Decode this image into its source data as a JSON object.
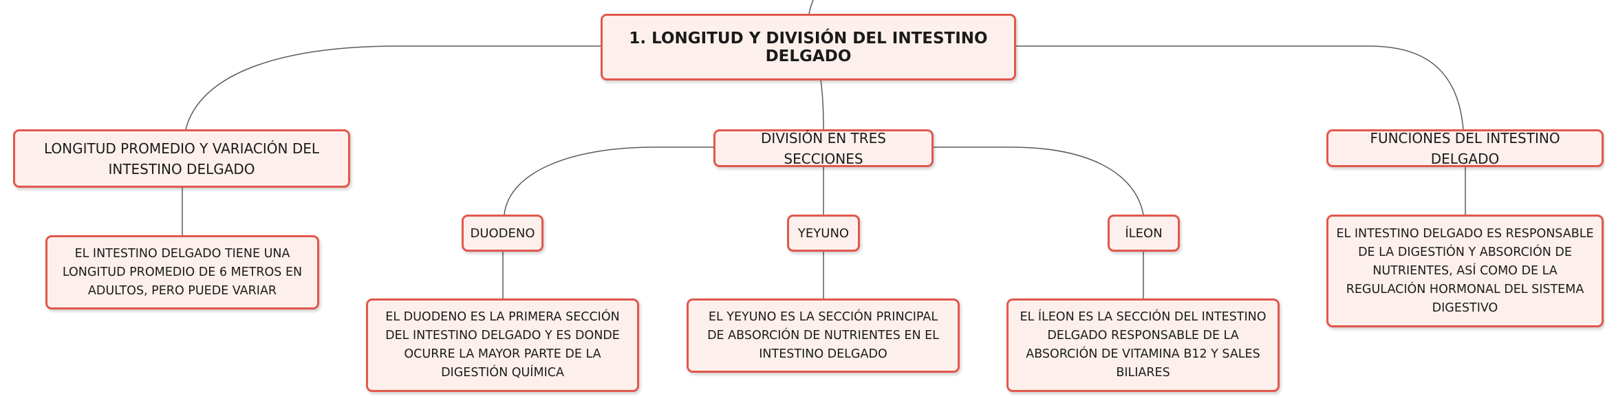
{
  "root": {
    "label": "1. LONGITUD Y DIVISIÓN DEL INTESTINO DELGADO"
  },
  "branches": {
    "longitud": {
      "label": "LONGITUD PROMEDIO Y VARIACIÓN DEL INTESTINO DELGADO",
      "detail": "EL INTESTINO DELGADO TIENE UNA LONGITUD PROMEDIO DE 6 METROS EN ADULTOS, PERO PUEDE VARIAR"
    },
    "division": {
      "label": "DIVISIÓN EN TRES SECCIONES",
      "sections": {
        "duodeno": {
          "label": "DUODENO",
          "detail": "EL DUODENO ES LA PRIMERA SECCIÓN DEL INTESTINO DELGADO Y ES DONDE OCURRE LA MAYOR PARTE DE LA DIGESTIÓN QUÍMICA"
        },
        "yeyuno": {
          "label": "YEYUNO",
          "detail": "EL YEYUNO ES LA SECCIÓN PRINCIPAL DE ABSORCIÓN DE NUTRIENTES EN EL INTESTINO DELGADO"
        },
        "ileon": {
          "label": "ÍLEON",
          "detail": "EL ÍLEON ES LA SECCIÓN DEL INTESTINO DELGADO RESPONSABLE DE LA ABSORCIÓN DE VITAMINA B12 Y SALES BILIARES"
        }
      }
    },
    "funciones": {
      "label": "FUNCIONES DEL INTESTINO DELGADO",
      "detail": "EL INTESTINO DELGADO ES RESPONSABLE DE LA DIGESTIÓN Y ABSORCIÓN DE NUTRIENTES, ASÍ COMO DE LA REGULACIÓN HORMONAL DEL SISTEMA DIGESTIVO"
    }
  },
  "colors": {
    "border": "#e2574c",
    "fill": "#fdf0ec",
    "connector": "#5a5a5a"
  }
}
